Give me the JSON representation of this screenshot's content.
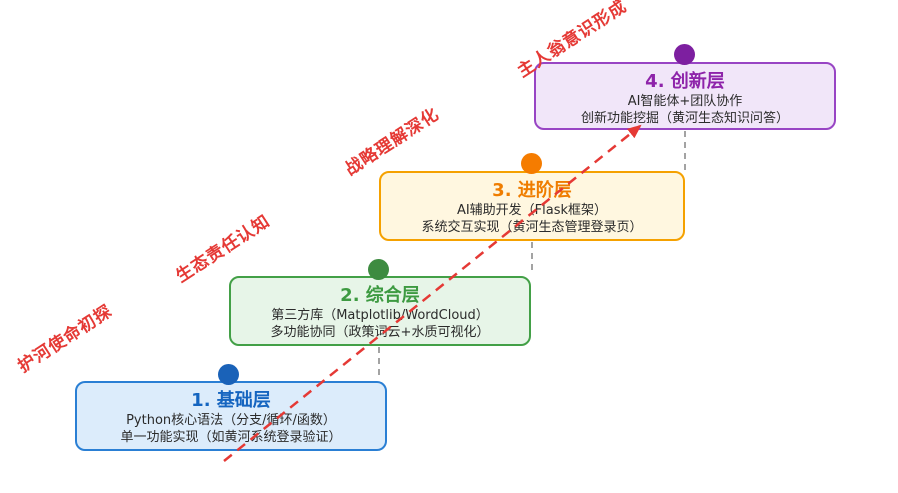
{
  "diagram": {
    "levels": [
      {
        "title": "1. 基础层",
        "line1": "Python核心语法（分支/循环/函数）",
        "line2": "单一功能实现（如黄河系统登录验证）",
        "accent_color": "#2a7fd4",
        "fill_color": "#dcecfb",
        "title_color": "#1565c0",
        "dot_color": "#1a62b8"
      },
      {
        "title": "2. 综合层",
        "line1": "第三方库（Matplotlib/WordCloud）",
        "line2": "多功能协同（政策词云+水质可视化）",
        "accent_color": "#43a047",
        "fill_color": "#e7f5e8",
        "title_color": "#3d9a41",
        "dot_color": "#3d8b40"
      },
      {
        "title": "3. 进阶层",
        "line1": "AI辅助开发（Flask框架）",
        "line2": "系统交互实现（黄河生态管理登录页）",
        "accent_color": "#f5a100",
        "fill_color": "#fff7e0",
        "title_color": "#ef7d00",
        "dot_color": "#f57c00"
      },
      {
        "title": "4. 创新层",
        "line1": "AI智能体+团队协作",
        "line2": "创新功能挖掘（黄河生态知识问答）",
        "accent_color": "#9845c4",
        "fill_color": "#f1e6f9",
        "title_color": "#8e24aa",
        "dot_color": "#7d1fa0"
      }
    ],
    "annotations": [
      {
        "text": "护河使命初探"
      },
      {
        "text": "生态责任认知"
      },
      {
        "text": "战略理解深化"
      },
      {
        "text": "主人翁意识形成"
      }
    ],
    "annotation_color": "#e53935",
    "arrow_color": "#e53935",
    "connector_color": "#a3a3a3"
  }
}
